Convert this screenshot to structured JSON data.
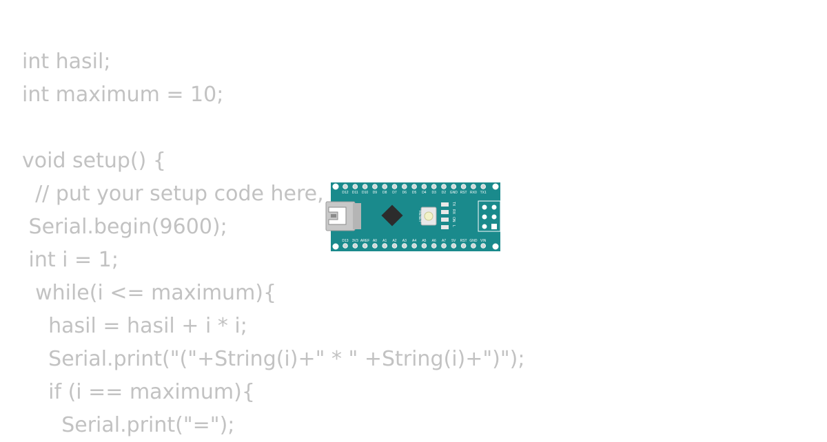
{
  "code_lines": [
    "int hasil;",
    "int maximum = 10;",
    "",
    "void setup() {",
    "  // put your setup code here, to run once:",
    " Serial.begin(9600);",
    " int i = 1;",
    "  while(i <= maximum){",
    "    hasil = hasil + i * i;",
    "    Serial.print(\"(\"+String(i)+\" * \" +String(i)+\")\");",
    "    if (i == maximum){",
    "      Serial.print(\"=\");"
  ],
  "board": {
    "top_pins": [
      "D12",
      "D11",
      "D10",
      "D9",
      "D8",
      "D7",
      "D6",
      "D5",
      "D4",
      "D3",
      "D2",
      "GND",
      "RST",
      "RX0",
      "TX1"
    ],
    "bottom_pins": [
      "D13",
      "3V3",
      "AREF",
      "A0",
      "A1",
      "A2",
      "A3",
      "A4",
      "A5",
      "A6",
      "A7",
      "5V",
      "RST",
      "GND",
      "VIN"
    ],
    "reset_label": "RESET",
    "led_labels": [
      "TX",
      "RX",
      "ON",
      "L"
    ],
    "pcb_color": "#1a8a8c",
    "pad_color": "#cfd8d8"
  }
}
